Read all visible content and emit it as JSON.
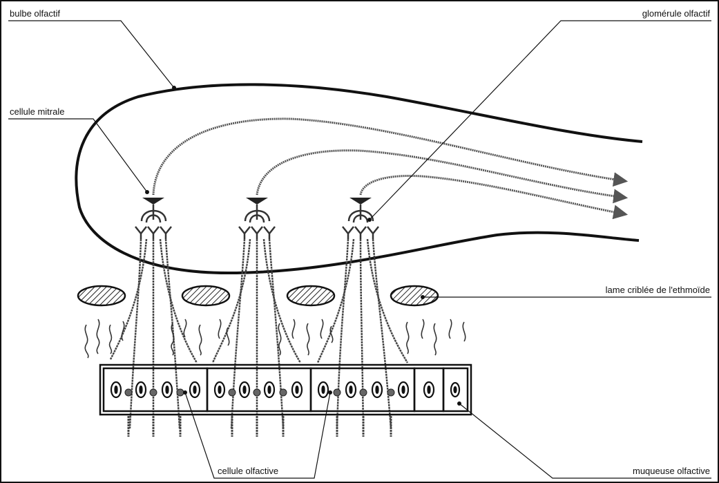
{
  "labels": {
    "bulbe_olfactif": "bulbe olfactif",
    "glomerule_olfactif": "glomérule olfactif",
    "cellule_mitrale": "cellule mitrale",
    "lame_criblee": "lame criblée de l'ethmoïde",
    "cellule_olfactive": "cellule olfactive",
    "muqueuse_olfactive": "muqueuse olfactive"
  },
  "colors": {
    "ink": "#111111",
    "fiber": "#555555",
    "paper": "#ffffff"
  }
}
